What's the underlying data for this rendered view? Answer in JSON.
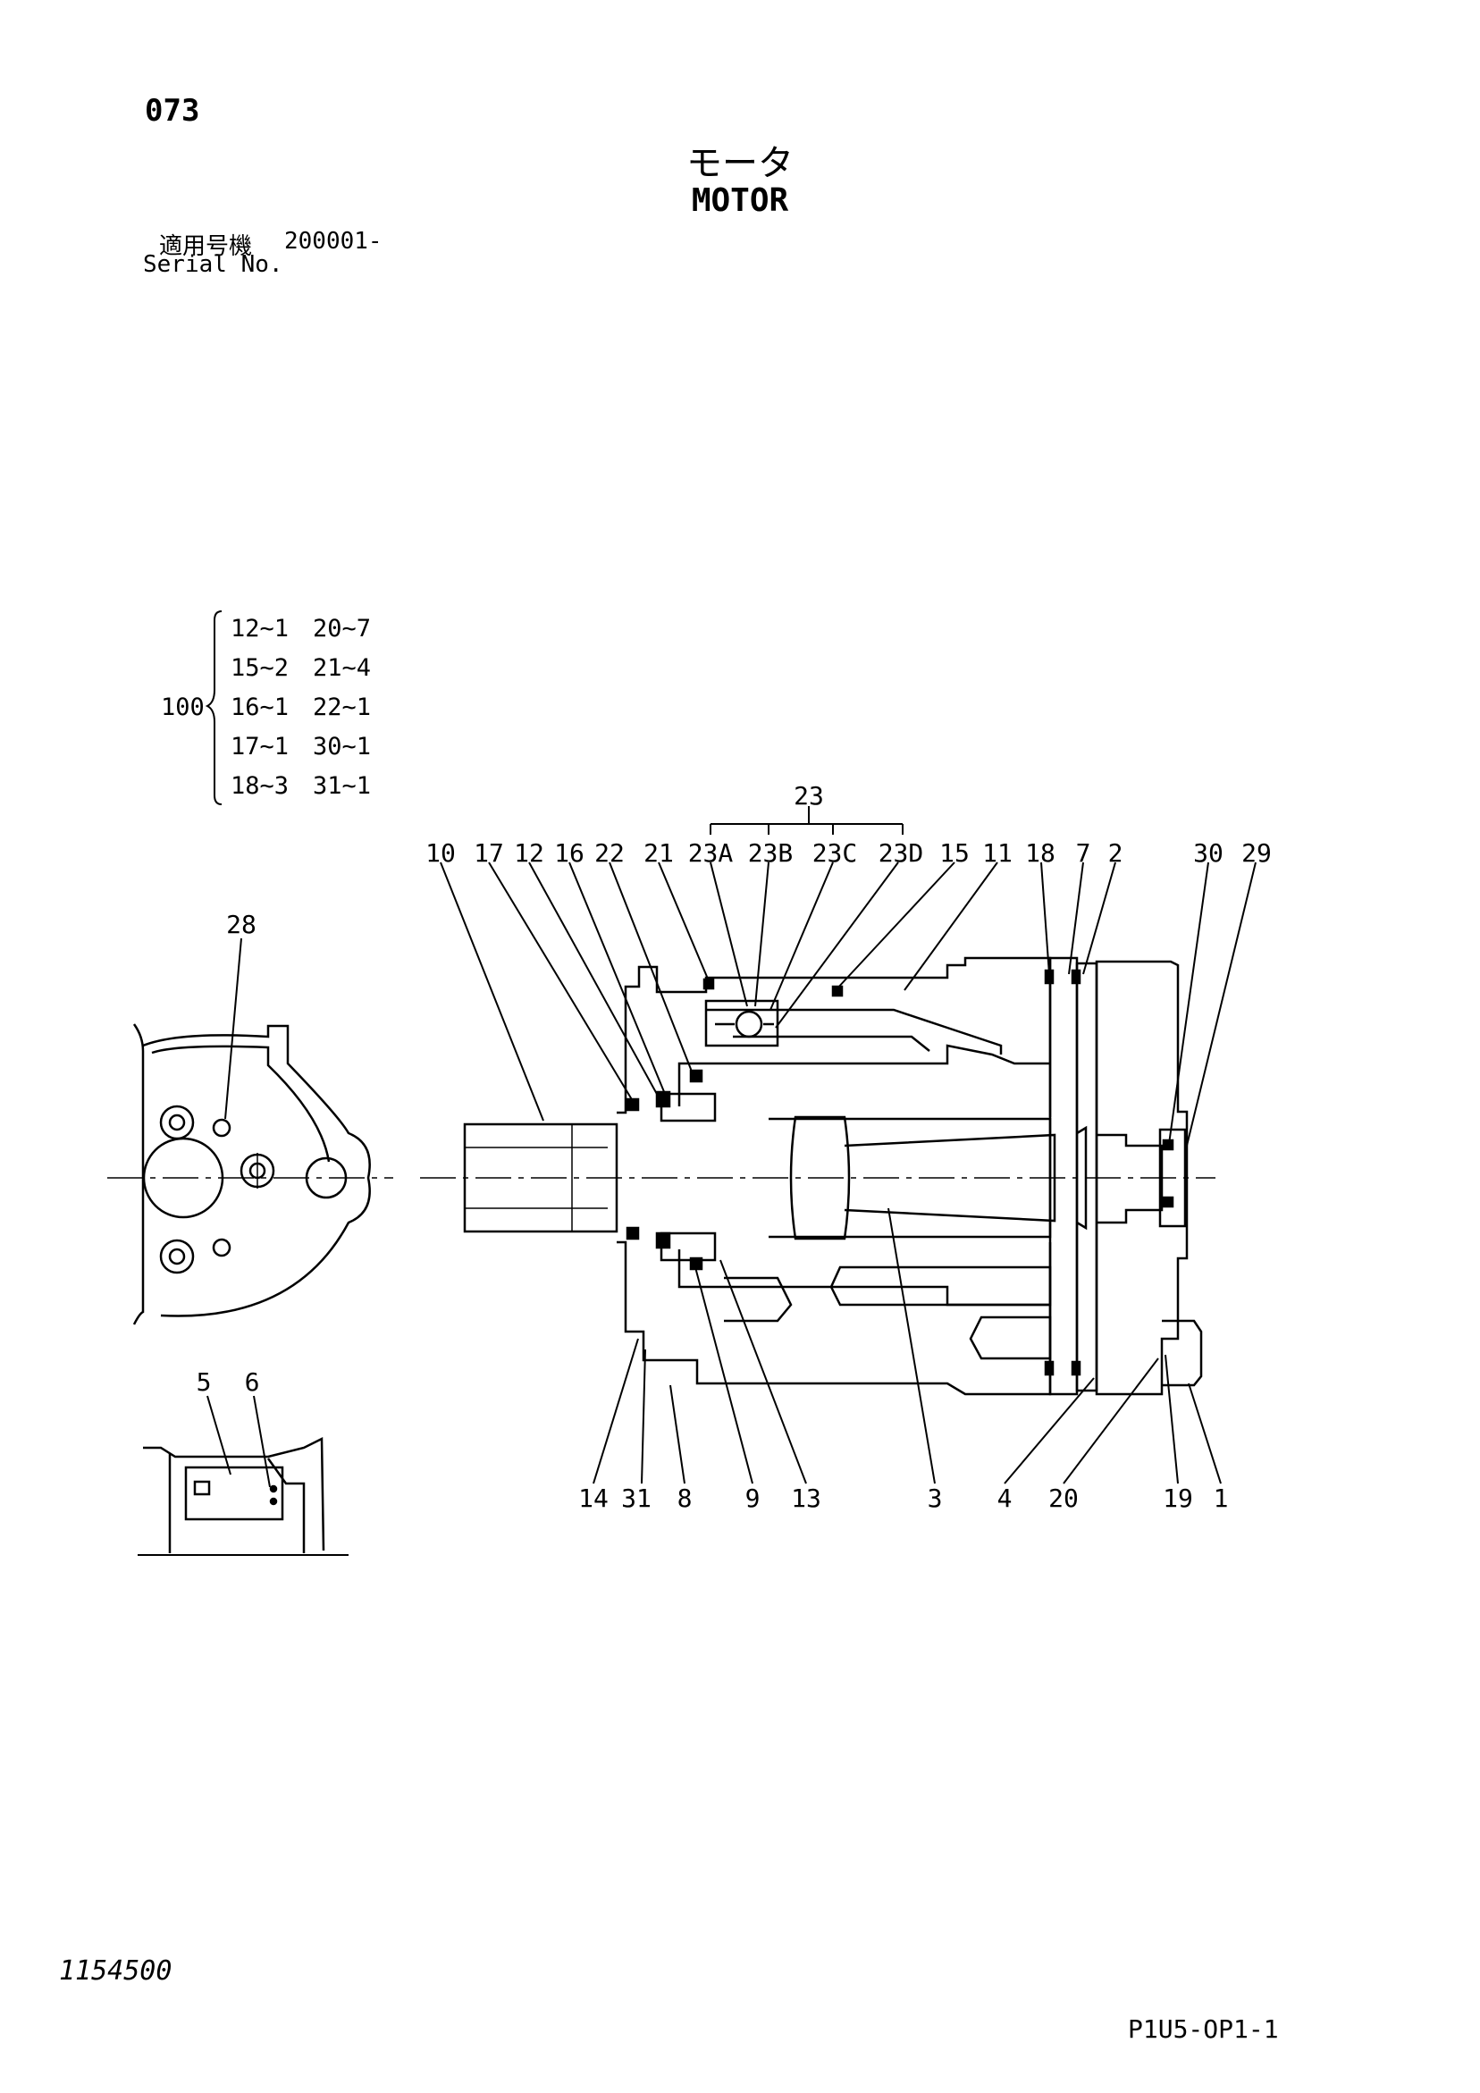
{
  "header": {
    "page_number": "073",
    "title_jp": "モータ",
    "title_en": "MOTOR",
    "serial_label_jp": "適用号機",
    "serial_value": "200001-",
    "serial_label_en": "Serial No."
  },
  "kit": {
    "id": "100",
    "rows": [
      {
        "left": "12~1",
        "right": "20~7"
      },
      {
        "left": "15~2",
        "right": "21~4"
      },
      {
        "left": "16~1",
        "right": "22~1"
      },
      {
        "left": "17~1",
        "right": "30~1"
      },
      {
        "left": "18~3",
        "right": "31~1"
      }
    ]
  },
  "callouts": {
    "group_23": "23",
    "top_row": [
      "10",
      "17",
      "12",
      "16",
      "22",
      "21",
      "23A",
      "23B",
      "23C",
      "23D",
      "15",
      "11",
      "18",
      "7",
      "2",
      "30",
      "29"
    ],
    "bottom_row": [
      "14",
      "31",
      "8",
      "9",
      "13",
      "3",
      "4",
      "20",
      "19",
      "1"
    ],
    "front_view": [
      "28"
    ],
    "plate_view": [
      "5",
      "6"
    ]
  },
  "footer": {
    "drawing_number": "1154500",
    "sheet_code": "P1U5-OP1-1"
  }
}
